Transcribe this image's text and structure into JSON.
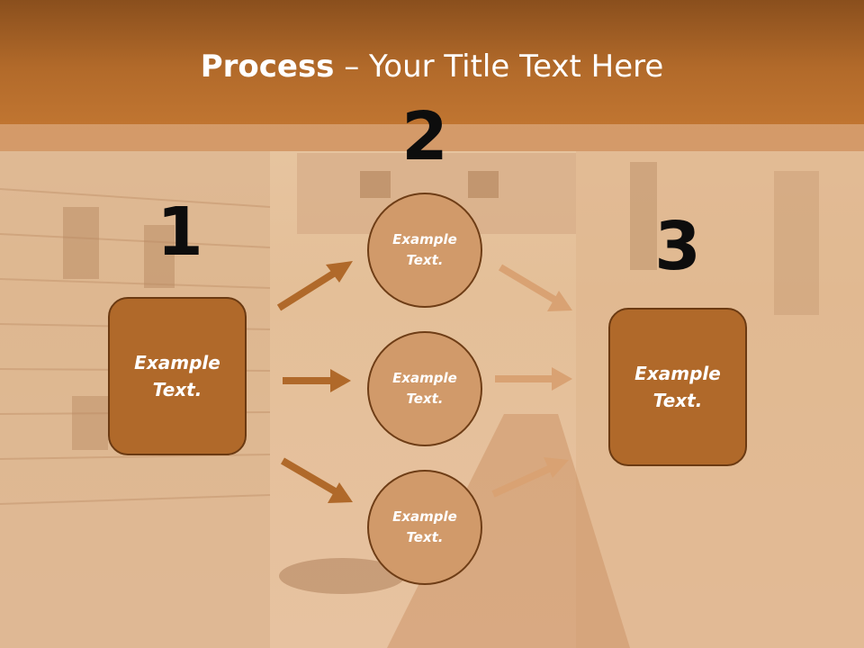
{
  "slide": {
    "title_bold": "Process",
    "title_rest": " – Your Title Text Here",
    "numbers": [
      "1",
      "2",
      "3"
    ],
    "left_box": "Example\nText.",
    "right_box": "Example\nText.",
    "circles": [
      "Example\nText.",
      "Example\nText.",
      "Example\nText."
    ]
  },
  "colors": {
    "title_bar": "#b26a2a",
    "box_fill": "#b0692a",
    "circle_fill": "#d19a6a",
    "arrow_dark": "#b0692a",
    "arrow_light": "#d9a273"
  }
}
